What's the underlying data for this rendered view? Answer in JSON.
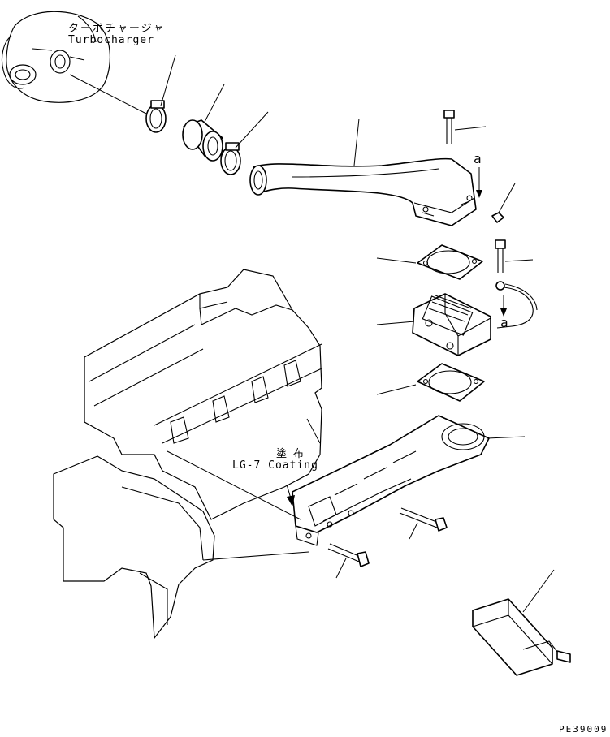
{
  "labels": {
    "turbo_jp": "ターボチャージャ",
    "turbo_en": "Turbocharger",
    "coating_jp": "塗 布",
    "coating_en": "LG-7 Coating",
    "ref_a_top": "a",
    "ref_a_bottom": "a",
    "drawing_number": "PE39009"
  }
}
